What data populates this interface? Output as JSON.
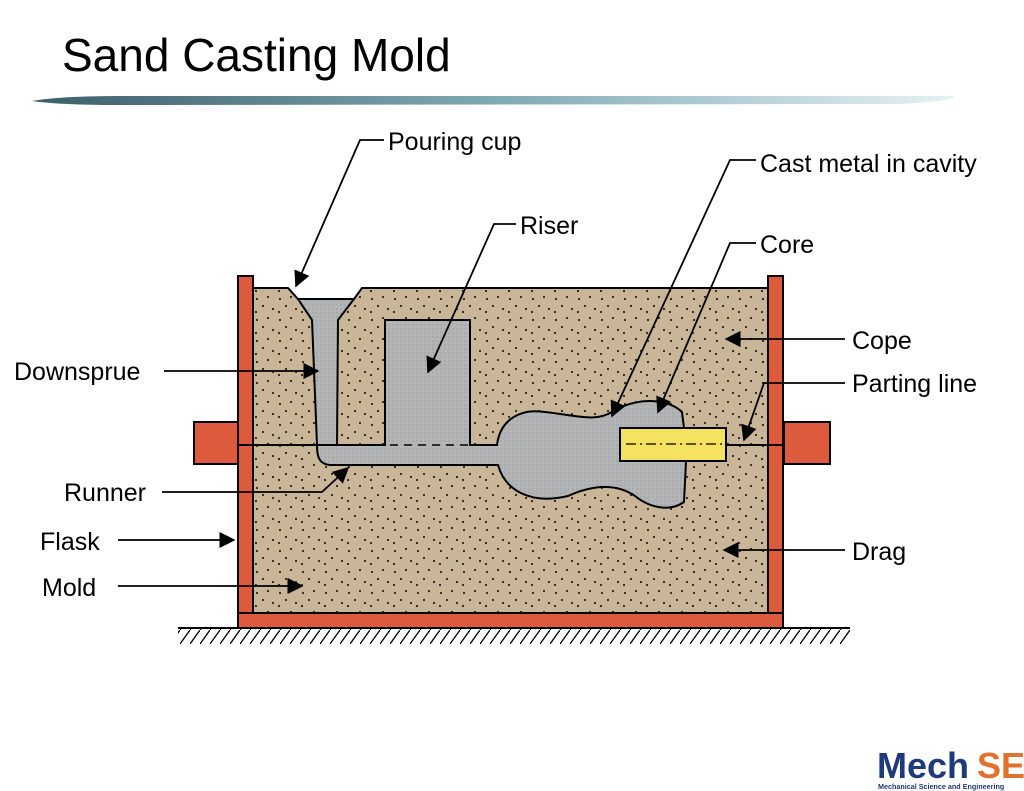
{
  "slide": {
    "title": "Sand Casting Mold"
  },
  "labels": {
    "pouring_cup": "Pouring cup",
    "riser": "Riser",
    "cast_metal": "Cast metal in cavity",
    "core": "Core",
    "downsprue": "Downsprue",
    "cope": "Cope",
    "parting_line": "Parting line",
    "runner": "Runner",
    "flask": "Flask",
    "mold": "Mold",
    "drag": "Drag"
  },
  "logo": {
    "word_a": "Mech",
    "word_b": "SE",
    "tagline": "Mechanical Science and Engineering"
  },
  "colors": {
    "flask": "#dd5a3c",
    "sand": "#c9b597",
    "metal": "#b5b6b8",
    "core": "#f4e260",
    "logo_blue": "#1f3a7a",
    "logo_orange": "#e0722c"
  }
}
